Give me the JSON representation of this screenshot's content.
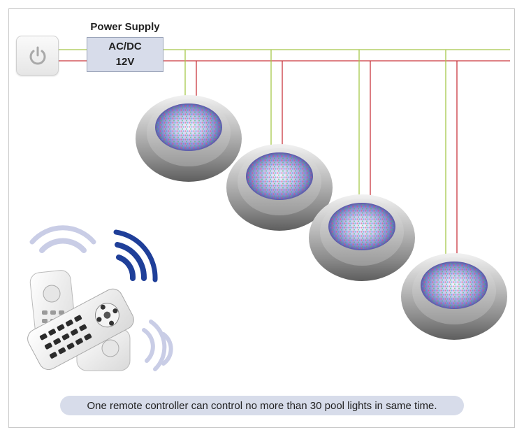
{
  "power_supply": {
    "title": "Power Supply",
    "line1": "AC/DC",
    "line2": "12V"
  },
  "caption": "One remote controller can control no more than 30 pool lights in same time.",
  "colors": {
    "wire_green": "#a6c84a",
    "wire_red": "#c9373f",
    "signal_blue": "#1f3f99",
    "signal_light": "#c9cde6",
    "label_bg": "#d7dcea"
  },
  "icons": [
    "power-icon",
    "pool-light-icon",
    "remote-control-icon",
    "wireless-signal-icon"
  ]
}
